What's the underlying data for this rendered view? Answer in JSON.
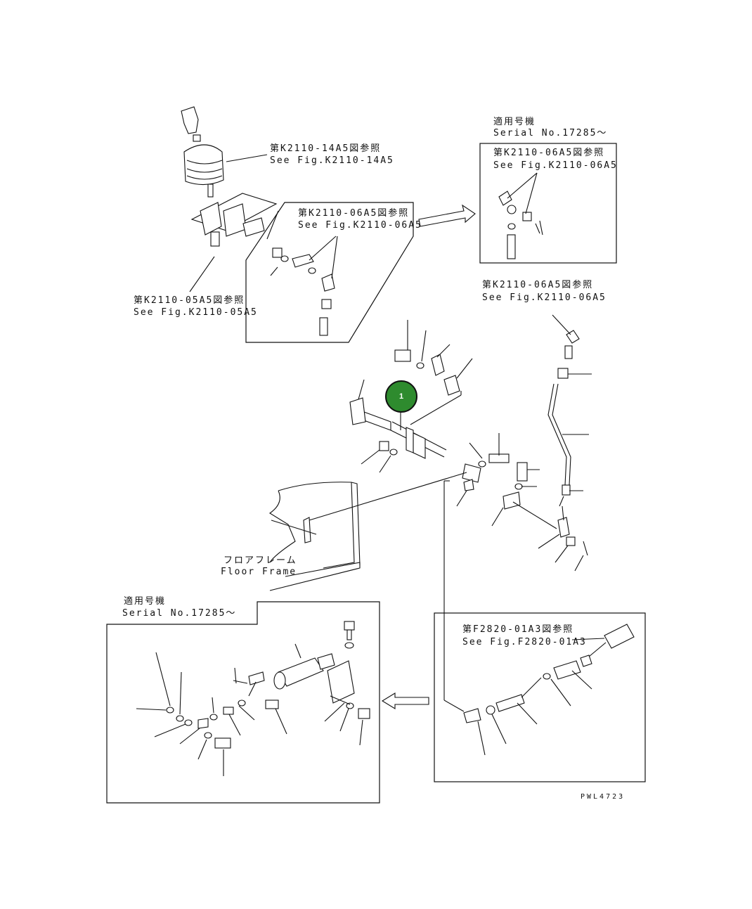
{
  "labels": {
    "ref_14a5_jp": "第K2110-14A5図参照",
    "ref_14a5_en": "See Fig.K2110-14A5",
    "ref_05a5_jp": "第K2110-05A5図参照",
    "ref_05a5_en": "See Fig.K2110-05A5",
    "ref_06a5_inset_jp": "第K2110-06A5図参照",
    "ref_06a5_inset_en": "See Fig.K2110-06A5",
    "serial_top_jp": "適用号機",
    "serial_top_en": "Serial No.17285～",
    "ref_06a5_box_jp": "第K2110-06A5図参照",
    "ref_06a5_box_en": "See Fig.K2110-06A5",
    "ref_06a5_rod_jp": "第K2110-06A5図参照",
    "ref_06a5_rod_en": "See Fig.K2110-06A5",
    "floor_frame_jp": "フロアフレーム",
    "floor_frame_en": "Floor Frame",
    "serial_bottom_jp": "適用号機",
    "serial_bottom_en": "Serial No.17285～",
    "ref_f2820_jp": "第F2820-01A3図参照",
    "ref_f2820_en": "See Fig.F2820-01A3",
    "drawing_no": "PWL4723"
  },
  "callout": {
    "number": "1",
    "color": "#2e8b2e"
  }
}
